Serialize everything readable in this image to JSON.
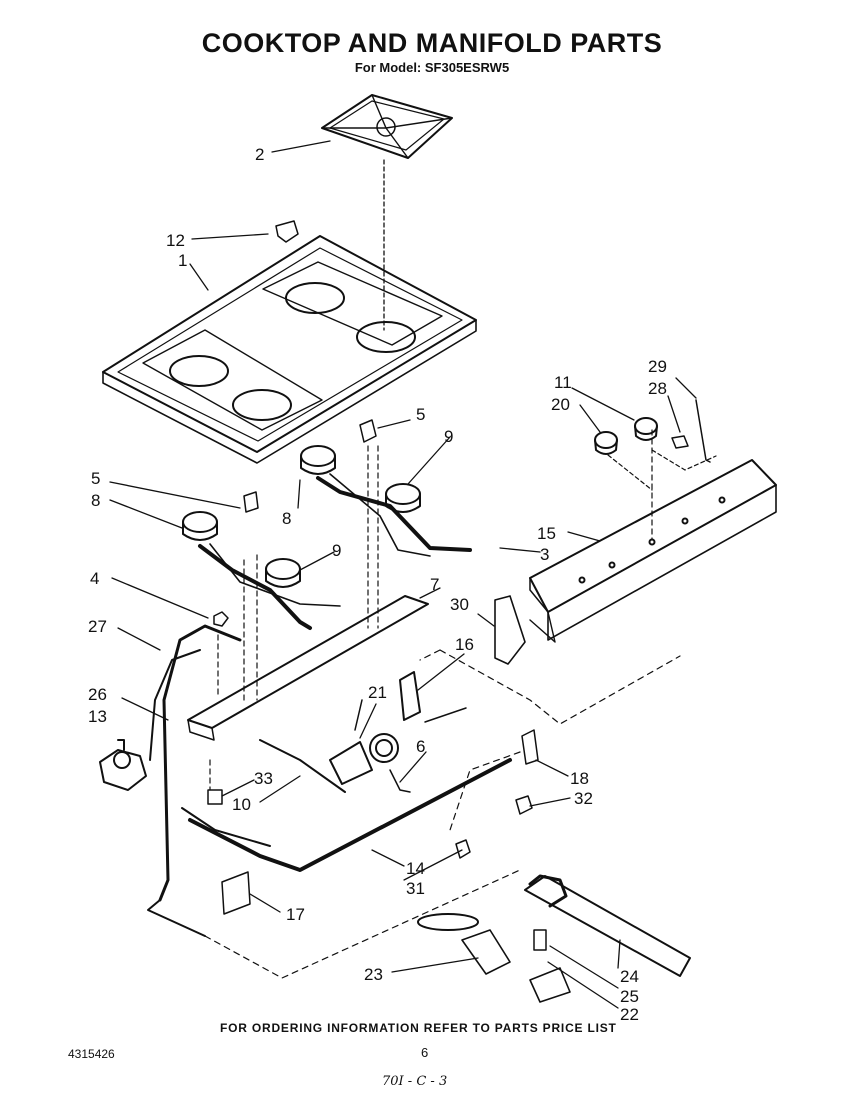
{
  "header": {
    "title": "COOKTOP AND MANIFOLD PARTS",
    "subtitle": "For Model: SF305ESRW5"
  },
  "callouts": {
    "c1": "1",
    "c2": "2",
    "c3": "3",
    "c4": "4",
    "c5a": "5",
    "c5b": "5",
    "c6": "6",
    "c7": "7",
    "c8a": "8",
    "c8b": "8",
    "c9a": "9",
    "c9b": "9",
    "c10": "10",
    "c11": "11",
    "c12": "12",
    "c13": "13",
    "c14": "14",
    "c15": "15",
    "c16": "16",
    "c17": "17",
    "c18": "18",
    "c20": "20",
    "c21": "21",
    "c22": "22",
    "c23": "23",
    "c24": "24",
    "c25": "25",
    "c26": "26",
    "c27": "27",
    "c28": "28",
    "c29": "29",
    "c30": "30",
    "c31": "31",
    "c32": "32",
    "c33": "33"
  },
  "footer": {
    "ordering_note": "FOR ORDERING INFORMATION REFER TO PARTS PRICE LIST",
    "doc_number": "4315426",
    "page_number": "6",
    "handwritten_code": "70I - C - 3"
  }
}
